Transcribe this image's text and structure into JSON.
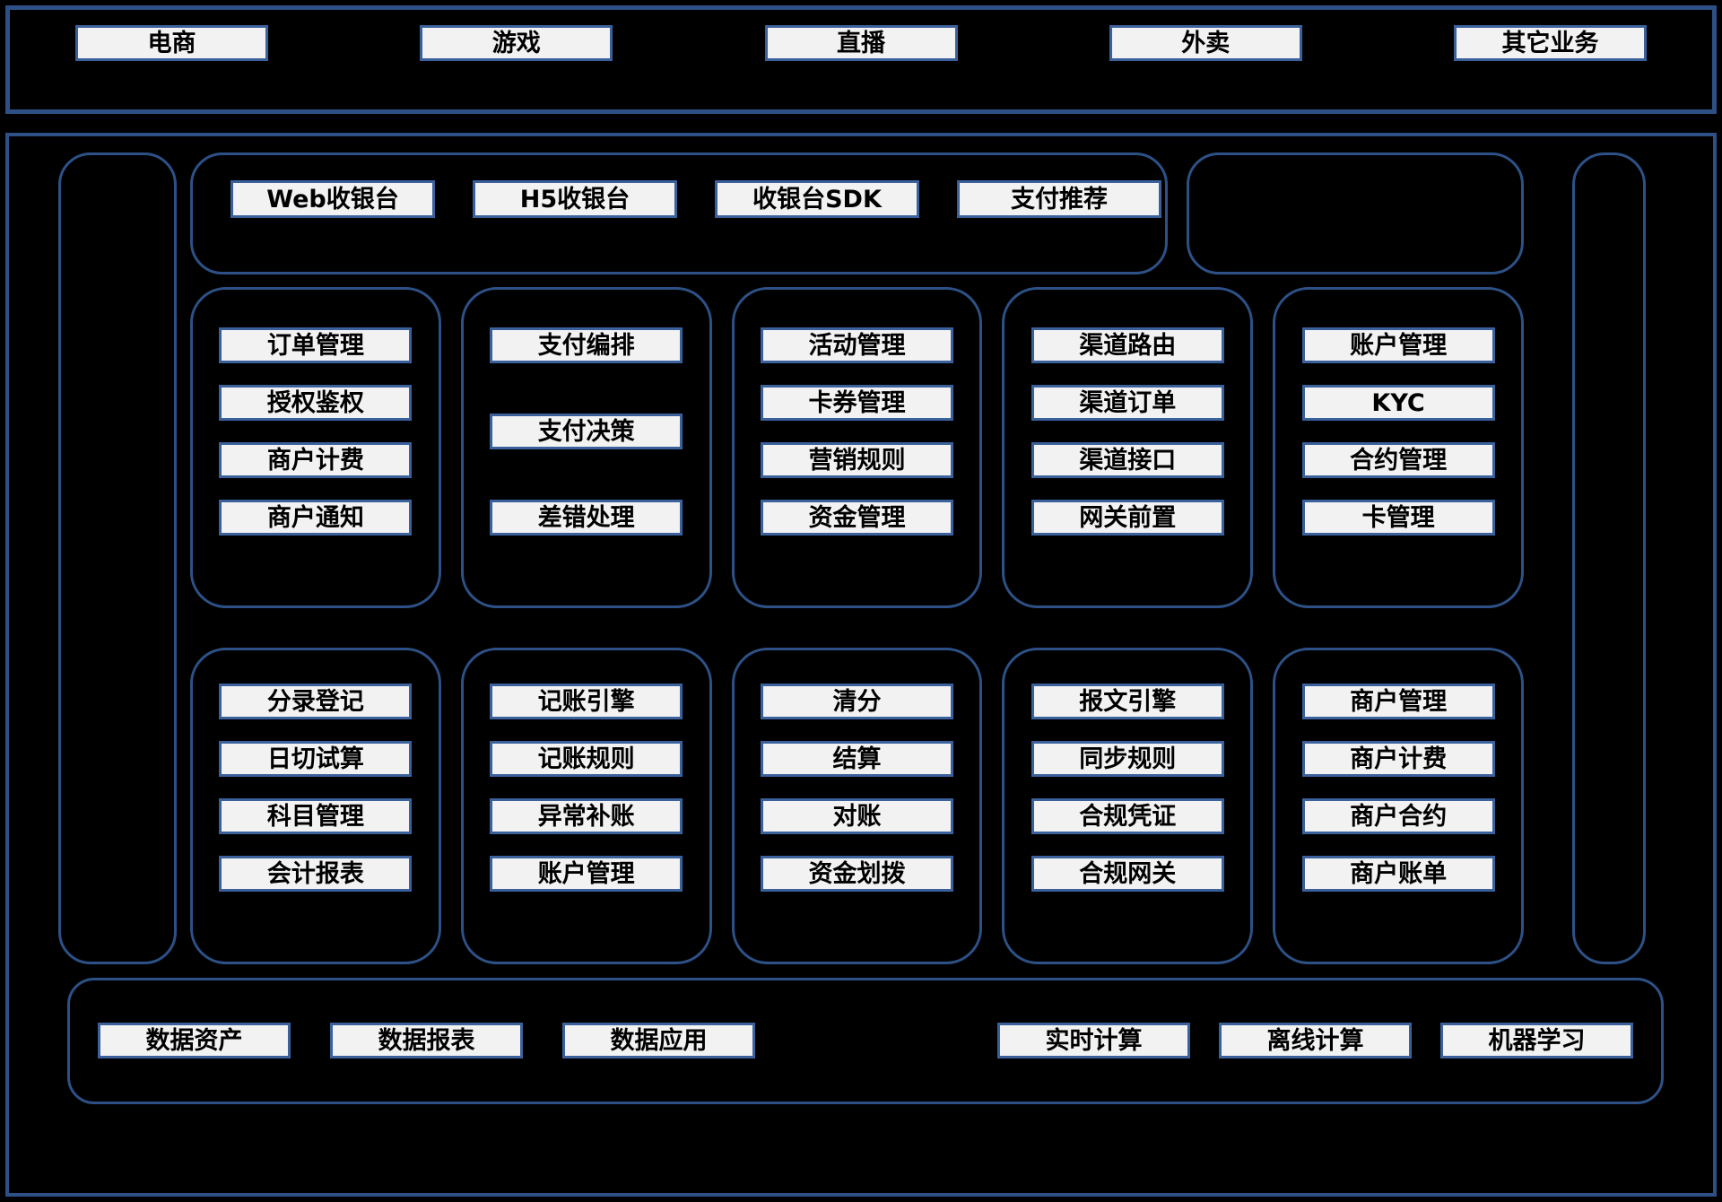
{
  "business_bar": {
    "items": [
      "电商",
      "游戏",
      "直播",
      "外卖",
      "其它业务"
    ]
  },
  "access_layer": {
    "items": [
      "Web收银台",
      "H5收银台",
      "收银台SDK",
      "支付推荐"
    ]
  },
  "payment_layer": {
    "columns": [
      [
        "订单管理",
        "授权鉴权",
        "商户计费",
        "商户通知"
      ],
      [
        "支付编排",
        "支付决策",
        "差错处理"
      ],
      [
        "活动管理",
        "卡券管理",
        "营销规则",
        "资金管理"
      ],
      [
        "渠道路由",
        "渠道订单",
        "渠道接口",
        "网关前置"
      ],
      [
        "账户管理",
        "KYC",
        "合约管理",
        "卡管理"
      ]
    ]
  },
  "accounting_layer": {
    "columns": [
      [
        "分录登记",
        "日切试算",
        "科目管理",
        "会计报表"
      ],
      [
        "记账引擎",
        "记账规则",
        "异常补账",
        "账户管理"
      ],
      [
        "清分",
        "结算",
        "对账",
        "资金划拨"
      ],
      [
        "报文引擎",
        "同步规则",
        "合规凭证",
        "合规网关"
      ],
      [
        "商户管理",
        "商户计费",
        "商户合约",
        "商户账单"
      ]
    ]
  },
  "data_platform": {
    "left_items": [
      "数据资产",
      "数据报表",
      "数据应用"
    ],
    "right_items": [
      "实时计算",
      "离线计算",
      "机器学习"
    ]
  },
  "colors": {
    "background": "#000000",
    "container_border": "#2d5186",
    "box_border": "#3b619c",
    "box_fill": "#f2f2f2",
    "text": "#000000"
  }
}
